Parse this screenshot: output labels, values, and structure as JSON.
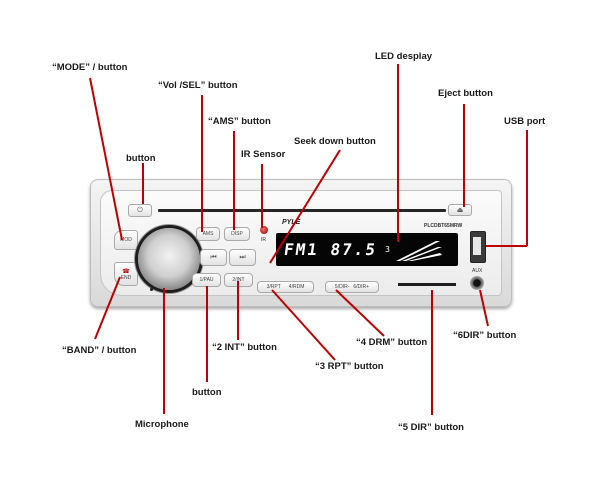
{
  "labels": {
    "mode": "“MODE” / button",
    "vol_sel": "“Vol /SEL” button",
    "ams": "“AMS” button",
    "power": "button",
    "ir_sensor": "IR Sensor",
    "seek_down": "Seek down button",
    "led_display": "LED desplay",
    "eject": "Eject button",
    "usb_port": "USB port",
    "band": "“BAND” / button",
    "int2": "“2 INT” button",
    "rpt3": "“3 RPT” button",
    "drm4": "“4 DRM” button",
    "dir6": "“6DIR” button",
    "dir5": "“5 DIR” button",
    "pause": "button",
    "microphone": "Microphone"
  },
  "device": {
    "brand": "PYLE",
    "model": "PLCDBT65MRW",
    "display_text": "FM1 87.5",
    "display_sub": "3",
    "ir_label": "IR",
    "aux_label": "AUX",
    "buttons": {
      "mod": "MOD",
      "end": "END",
      "ams": "AMS",
      "disp": "DISP",
      "prev": "⏮",
      "next": "⏭",
      "pau": "1/PAU",
      "int": "2/INT",
      "rpt": "3/RPT",
      "rdm": "4/RDM",
      "dir_minus": "5/DIR-",
      "dir_plus": "6/DIR+",
      "power": "⏻",
      "eject": "⏏"
    }
  }
}
